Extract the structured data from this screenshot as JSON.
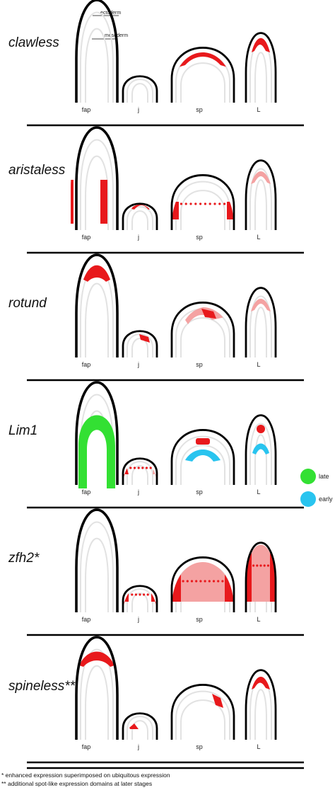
{
  "annotations": {
    "ectoderm": "ectoderm",
    "mesoderm": "mesoderm"
  },
  "segments": [
    "fap",
    "j",
    "sp",
    "L"
  ],
  "genes": [
    "clawless",
    "aristaless",
    "rotund",
    "Lim1",
    "zfh2*",
    "spineless**"
  ],
  "legend": [
    {
      "label": "late",
      "color": "#33e033"
    },
    {
      "label": "early",
      "color": "#29c4ef"
    }
  ],
  "footnotes": [
    "* enhanced expression superimposed on ubiquitous expression",
    "** additional spot-like expression domains at later stages"
  ],
  "colors": {
    "expression": "#e8191c",
    "weak_expression": "#f4a2a2",
    "late": "#33e033",
    "early": "#29c4ef",
    "outline": "#000000",
    "inner_layers": "#e2e2e2"
  }
}
